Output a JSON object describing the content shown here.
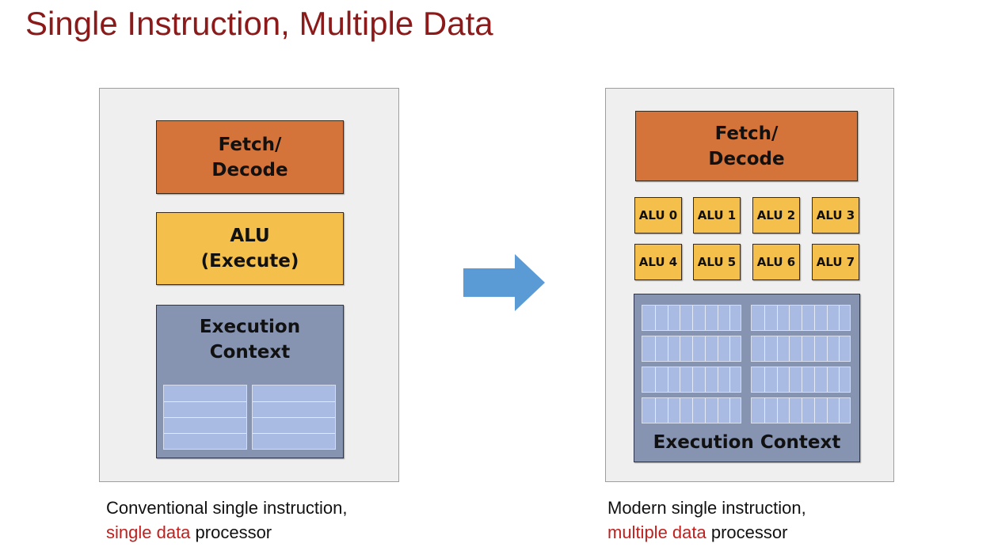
{
  "title": "Single Instruction, Multiple Data",
  "left": {
    "fetch_line1": "Fetch/",
    "fetch_line2": "Decode",
    "alu_line1": "ALU",
    "alu_line2": "(Execute)",
    "ctx_line1": "Execution",
    "ctx_line2": "Context",
    "caption_line1": "Conventional single instruction,",
    "caption_highlight": "single data",
    "caption_rest": " processor"
  },
  "right": {
    "fetch_line1": "Fetch/",
    "fetch_line2": "Decode",
    "alus": [
      "ALU 0",
      "ALU 1",
      "ALU 2",
      "ALU 3",
      "ALU 4",
      "ALU 5",
      "ALU 6",
      "ALU 7"
    ],
    "ctx_label": "Execution Context",
    "caption_line1": "Modern single instruction,",
    "caption_highlight": "multiple data",
    "caption_rest": " processor"
  },
  "colors": {
    "title": "#8b1a1a",
    "fetch": "#d4733a",
    "alu": "#f4bf4a",
    "context": "#8693b1",
    "registers": "#a9bbe3",
    "arrow": "#5b9bd5",
    "highlight": "#c0201e"
  },
  "icons": {
    "arrow": "right-arrow-icon"
  }
}
